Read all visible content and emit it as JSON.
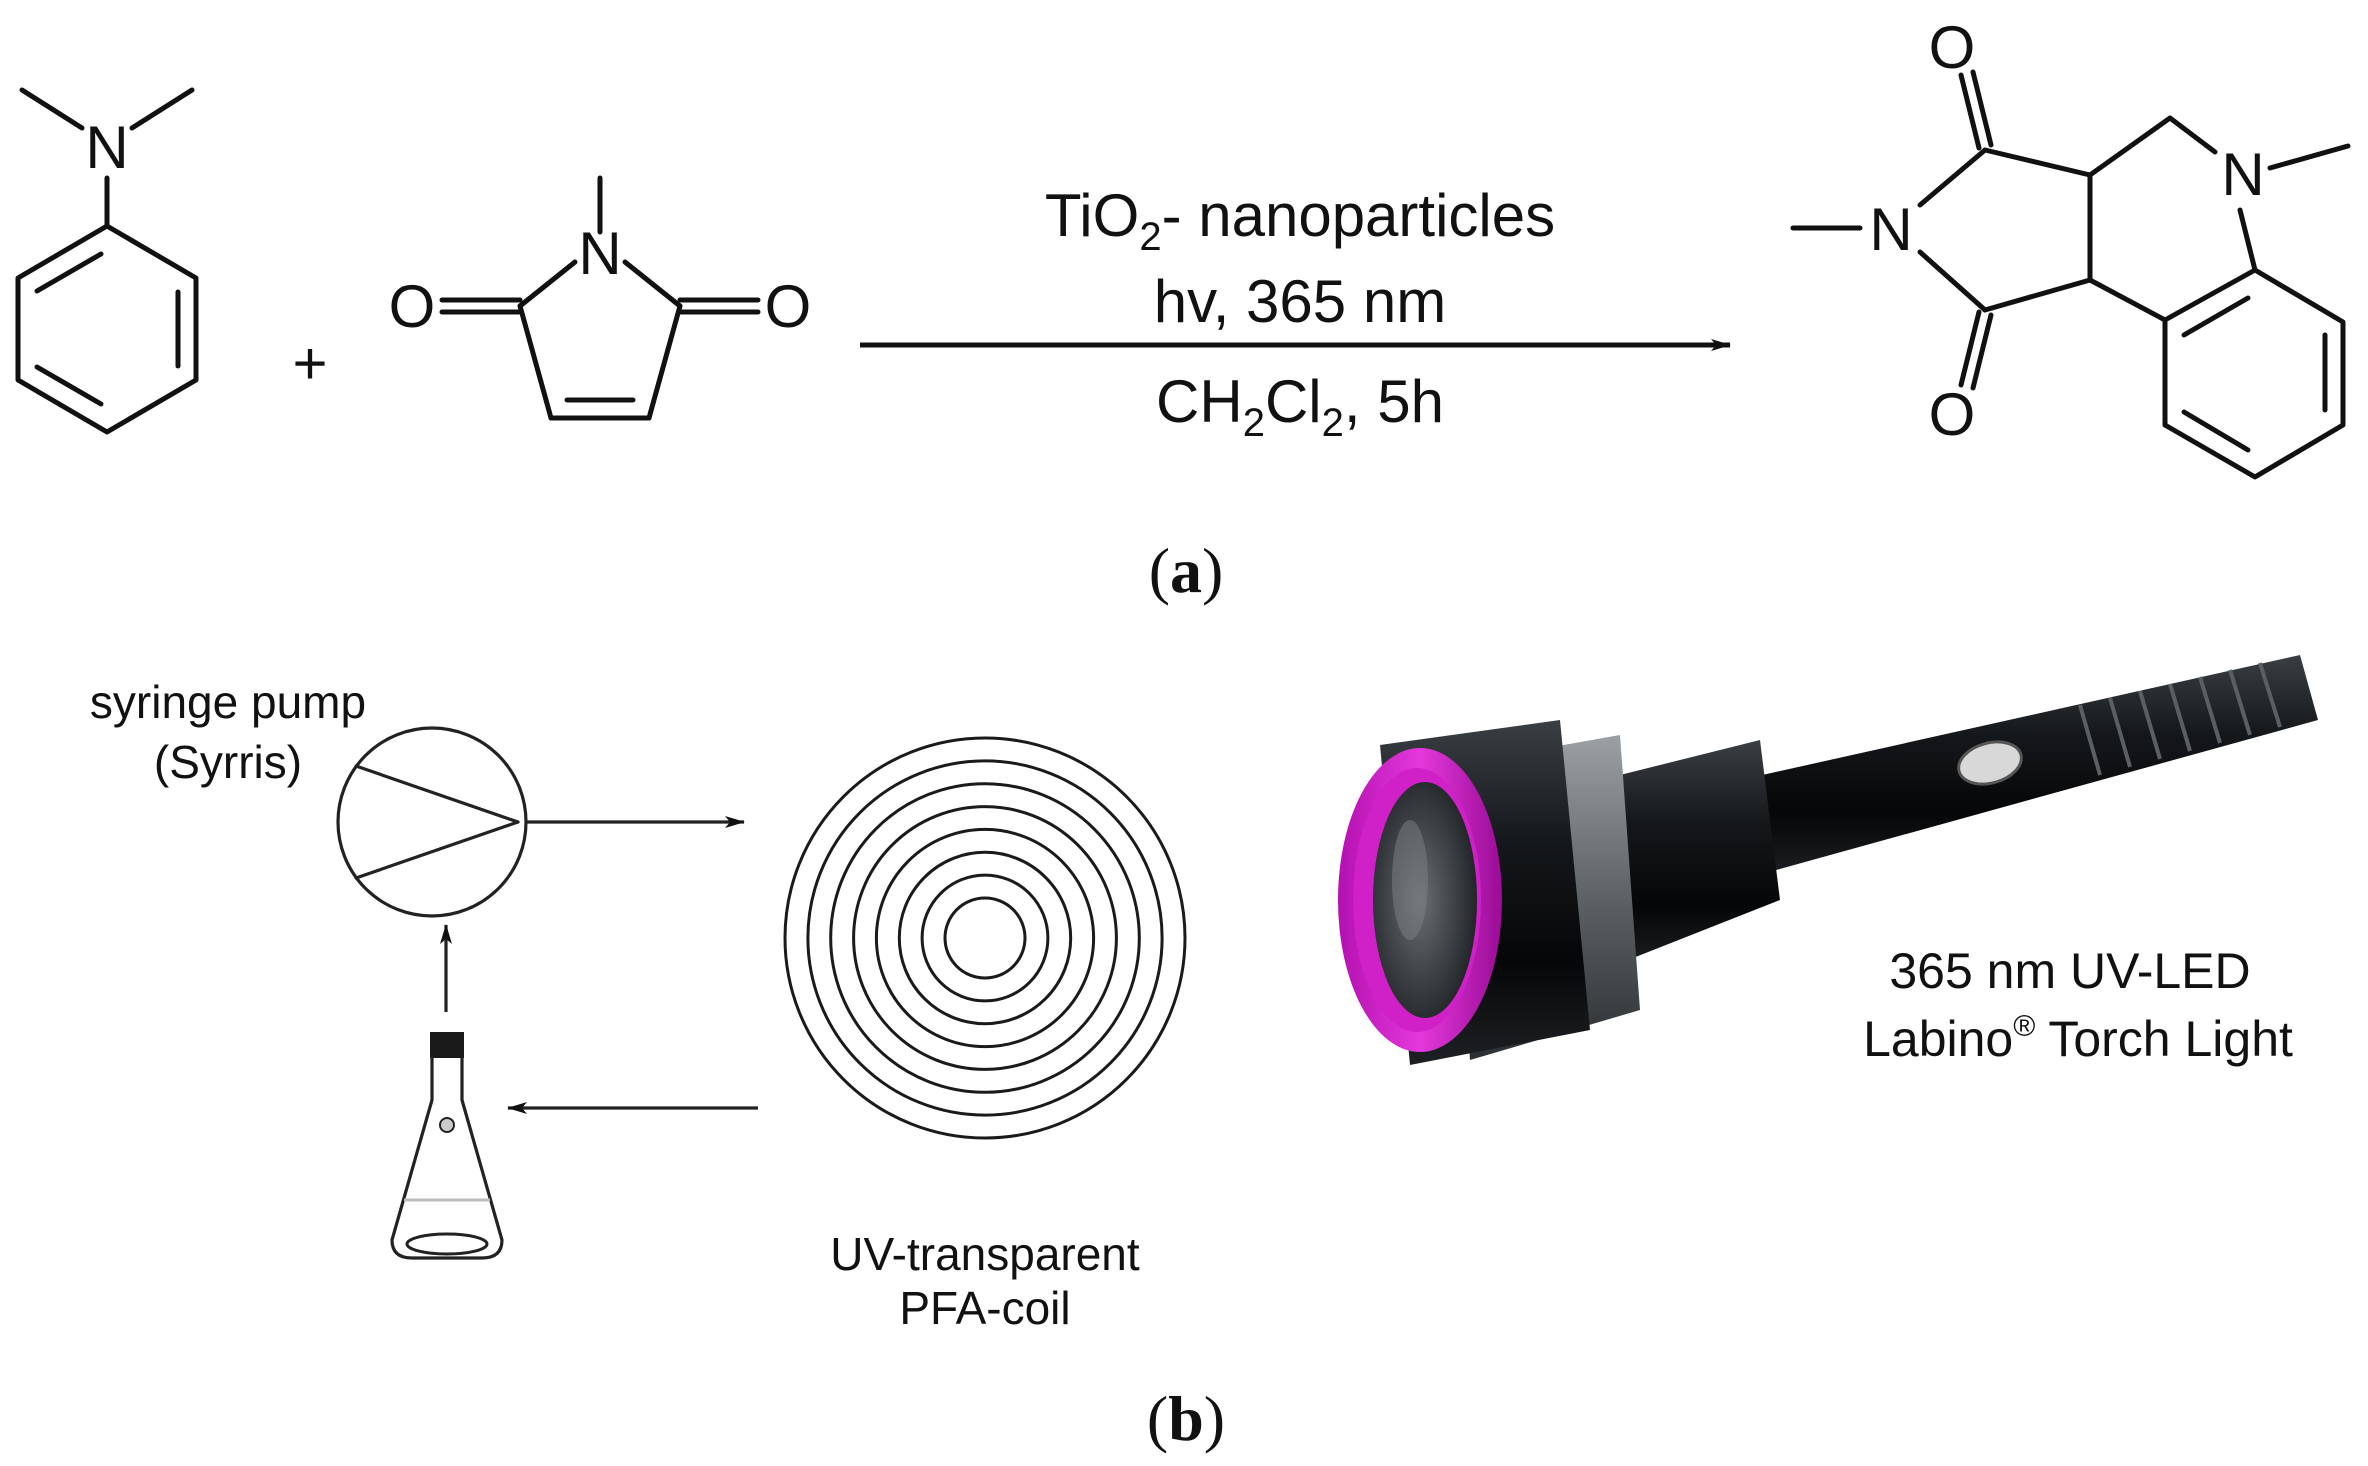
{
  "scheme": {
    "reactant1": {
      "atoms": {
        "n": "N"
      }
    },
    "plus": "+",
    "reactant2": {
      "atoms": {
        "n": "N",
        "o_left": "O",
        "o_right": "O"
      }
    },
    "conditions": {
      "catalyst": {
        "base": "TiO",
        "sub": "2",
        "rest": "- nanoparticles"
      },
      "light": "hv, 365 nm",
      "solvent": {
        "p1": "CH",
        "s1": "2",
        "p2": "Cl",
        "s2": "2",
        "p3": ", 5h"
      }
    },
    "product": {
      "atoms": {
        "n_imide": "N",
        "n_amine": "N",
        "o_top": "O",
        "o_bottom": "O"
      }
    },
    "panel_label": {
      "open": "(",
      "letter": "a",
      "close": ")"
    }
  },
  "setup": {
    "pump_label": [
      "syringe pump",
      "(Syrris)"
    ],
    "coil_label": [
      "UV-transparent",
      "PFA-coil"
    ],
    "coil_ring_count": 8,
    "torch_label": {
      "line1": "365 nm UV-LED",
      "line2_a": "Labino",
      "line2_sup": "®",
      "line2_b": " Torch Light"
    },
    "torch_lens_color": "#d020c8",
    "panel_label": {
      "open": "(",
      "letter": "b",
      "close": ")"
    }
  }
}
